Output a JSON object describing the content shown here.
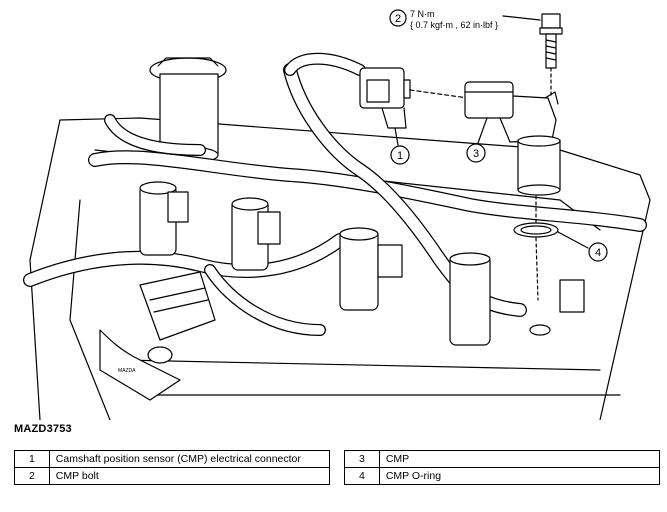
{
  "torque": {
    "callout": "2",
    "line1": "7 N·m",
    "line2": "{ 0.7 kgf·m , 62 in·lbf }"
  },
  "callouts": [
    "1",
    "3",
    "4"
  ],
  "figure_code": "MAZD3753",
  "legend": {
    "left": [
      {
        "num": "1",
        "text": "Camshaft position sensor (CMP) electrical connector"
      },
      {
        "num": "2",
        "text": "CMP bolt"
      }
    ],
    "right": [
      {
        "num": "3",
        "text": "CMP"
      },
      {
        "num": "4",
        "text": "CMP O-ring"
      }
    ]
  }
}
